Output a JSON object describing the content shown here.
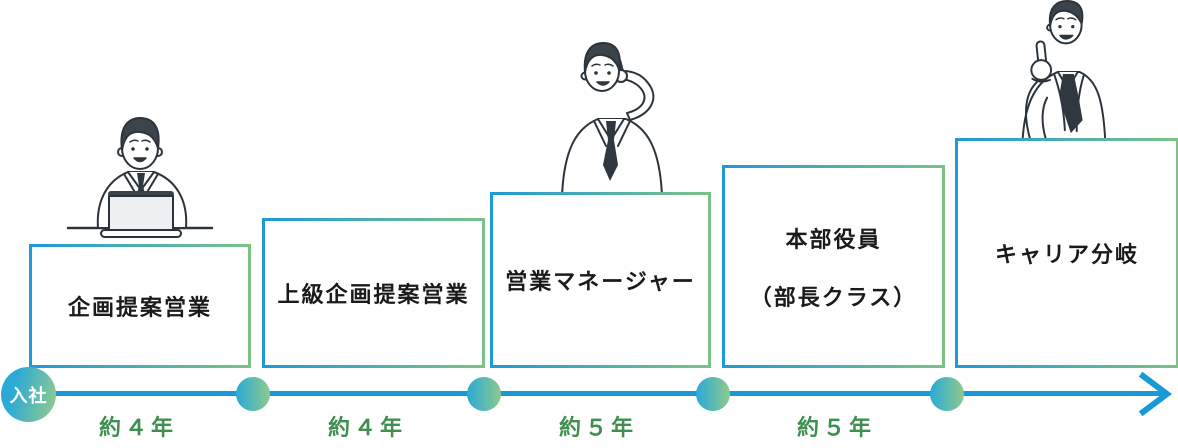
{
  "diagram": {
    "type": "career-path-timeline",
    "start_label": "入社",
    "durations": [
      "約４年",
      "約４年",
      "約５年",
      "約５年"
    ],
    "steps": [
      {
        "line1": "企画提案営業",
        "line2": ""
      },
      {
        "line1": "上級企画提案営業",
        "line2": ""
      },
      {
        "line1": "営業マネージャー",
        "line2": ""
      },
      {
        "line1": "本部役員",
        "line2": "（部長クラス）"
      },
      {
        "line1": "キャリア分岐",
        "line2": ""
      }
    ],
    "illustrations": [
      "man-working-at-laptop",
      "man-talking-on-phone",
      "man-giving-thumbs-up"
    ],
    "colors": {
      "timeline_blue": "#189ad6",
      "dot_gradient_blue": "#2aaad8",
      "dot_gradient_green": "#8ec98c",
      "box_border_gradient_start": "#1e9ad6",
      "box_border_gradient_end": "#7cc287",
      "duration_label_green": "#3e8f50",
      "box_text": "#1a1a1a",
      "illustration_line": "#2b343c"
    }
  }
}
